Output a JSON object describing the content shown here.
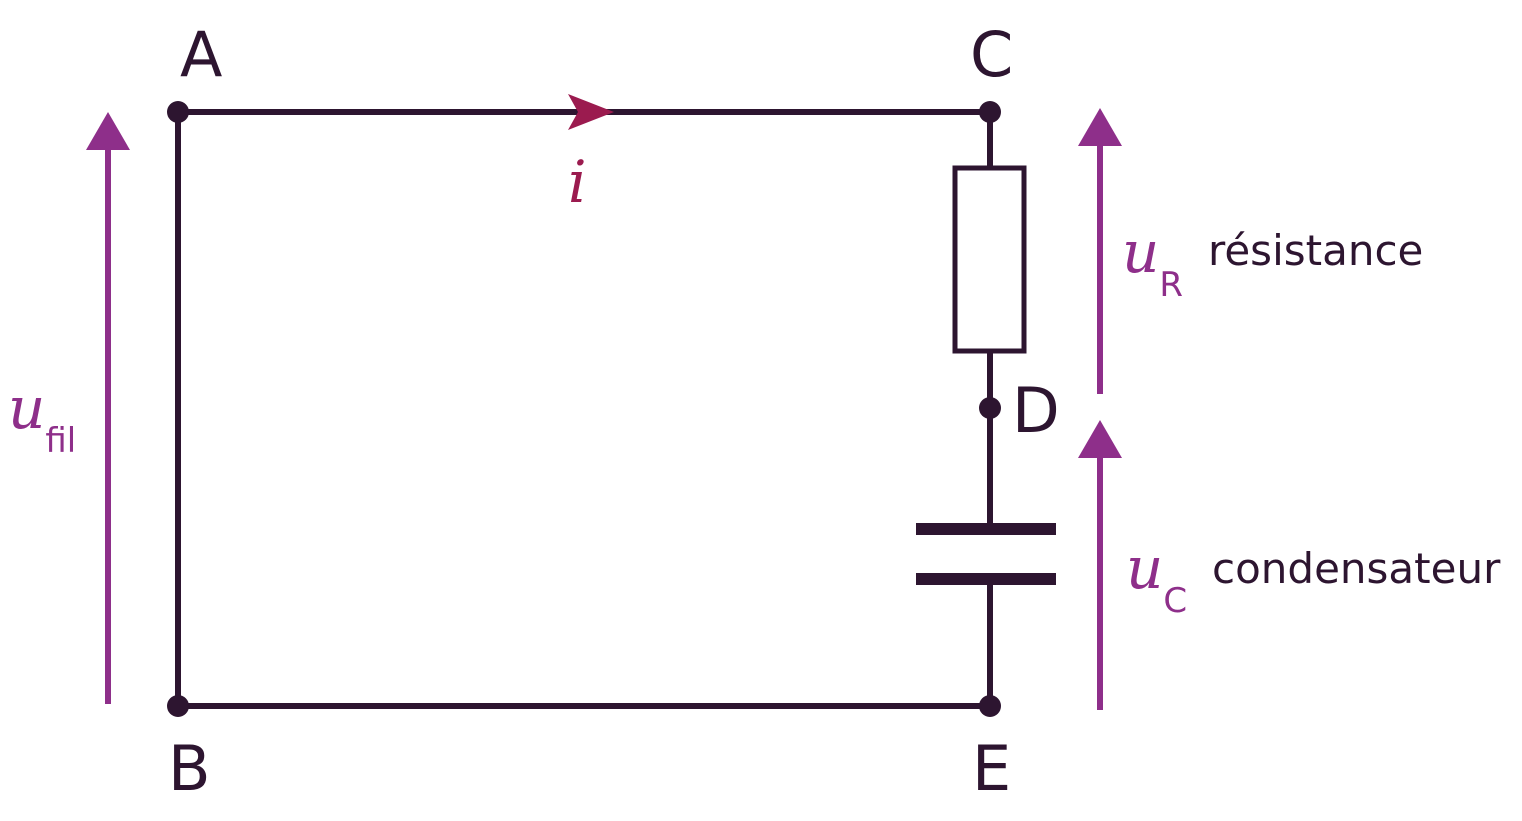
{
  "nodes": {
    "a": "A",
    "b": "B",
    "c": "C",
    "d": "D",
    "e": "E"
  },
  "current": {
    "symbol": "i"
  },
  "voltages": {
    "fil": {
      "symbol": "u",
      "subscript": "fil"
    },
    "resistance": {
      "symbol": "u",
      "subscript": "R",
      "label": "résistance"
    },
    "condensateur": {
      "symbol": "u",
      "subscript": "C",
      "label": "condensateur"
    }
  },
  "colors": {
    "wire": "#2d1530",
    "current_arrow": "#9b1b4f",
    "voltage_arrow": "#8e2f8a"
  },
  "icons": {
    "resistor": "resistor-icon",
    "capacitor": "capacitor-icon"
  }
}
